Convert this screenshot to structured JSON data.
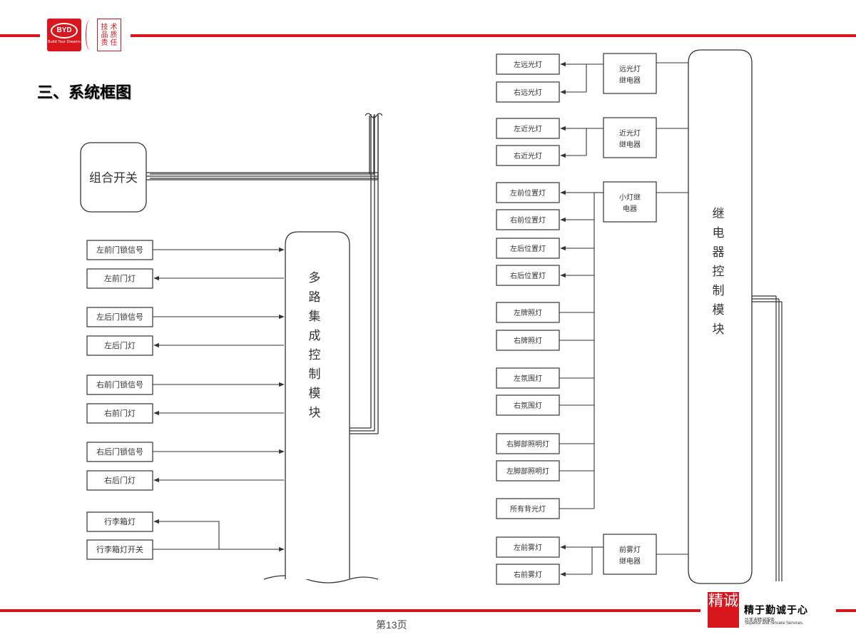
{
  "header": {
    "logo_text": "BYD",
    "logo_tagline": "Build Your Dreams",
    "seal_chars": [
      "技",
      "术",
      "品",
      "质",
      "责",
      "任"
    ],
    "title": "三、系统框图"
  },
  "left_diagram": {
    "combo_switch": "组合开关",
    "module_label": "多路集成控制模块",
    "signals": [
      "左前门锁信号",
      "左前门灯",
      "左后门锁信号",
      "左后门灯",
      "右前门锁信号",
      "右前门灯",
      "右后门锁信号",
      "右后门灯",
      "行李箱灯",
      "行李箱灯开关"
    ]
  },
  "right_diagram": {
    "module_label": "继电器控制模块",
    "relays": [
      {
        "line1": "远光灯",
        "line2": "继电器"
      },
      {
        "line1": "近光灯",
        "line2": "继电器"
      },
      {
        "line1": "小灯继",
        "line2": "电器"
      },
      {
        "line1": "前雾灯",
        "line2": "继电器"
      }
    ],
    "lamps": [
      "左远光灯",
      "右远光灯",
      "左近光灯",
      "右近光灯",
      "左前位置灯",
      "右前位置灯",
      "左后位置灯",
      "右后位置灯",
      "左牌照灯",
      "右牌照灯",
      "左氛围灯",
      "右氛围灯",
      "右脚部照明灯",
      "左脚部照明灯",
      "所有背光灯",
      "左前雾灯",
      "右前雾灯"
    ]
  },
  "footer": {
    "page_number": "第13页",
    "brand_mark": "精诚",
    "brand_slogan": "精于勤诚于心",
    "brand_sub1": "比亚迪精诚服务",
    "brand_sub2": "Superior and Sincere Services"
  },
  "colors": {
    "accent_red": "#d7161e",
    "line": "#333333"
  }
}
